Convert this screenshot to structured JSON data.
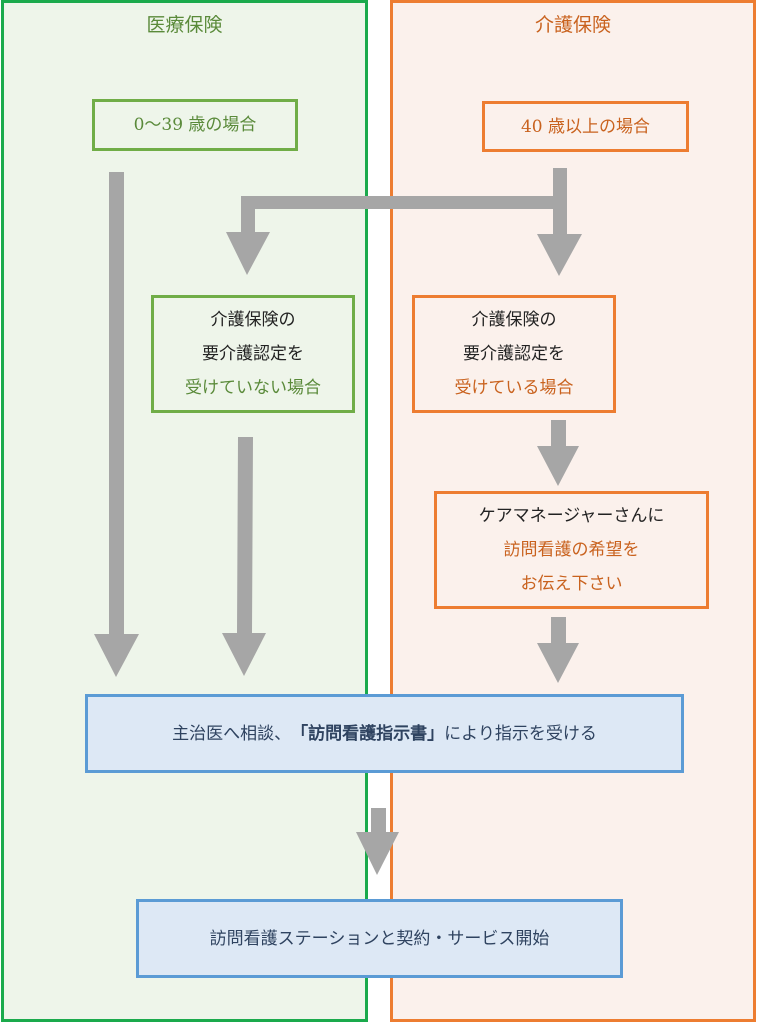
{
  "panels": {
    "left": {
      "title": "医療保険",
      "color": "#1aaa4c"
    },
    "right": {
      "title": "介護保険",
      "color": "#ed7d31"
    }
  },
  "boxes": {
    "age_under_40": "0〜39 歳の場合",
    "age_40_plus": "40 歳以上の場合",
    "not_certified": {
      "line1": "介護保険の",
      "line2": "要介護認定を",
      "line3": "受けていない場合"
    },
    "certified": {
      "line1": "介護保険の",
      "line2": "要介護認定を",
      "line3": "受けている場合"
    },
    "care_manager": {
      "line1": "ケアマネージャーさんに",
      "line2": "訪問看護の希望を",
      "line3": "お伝え下さい"
    },
    "doctor": {
      "prefix": "主治医へ相談、",
      "emphasis": "「訪問看護指示書」",
      "suffix": "により指示を受ける"
    },
    "contract": "訪問看護ステーションと契約・サービス開始"
  },
  "colors": {
    "arrow": "#a6a6a6",
    "blue_box": "#5b9bd5"
  }
}
